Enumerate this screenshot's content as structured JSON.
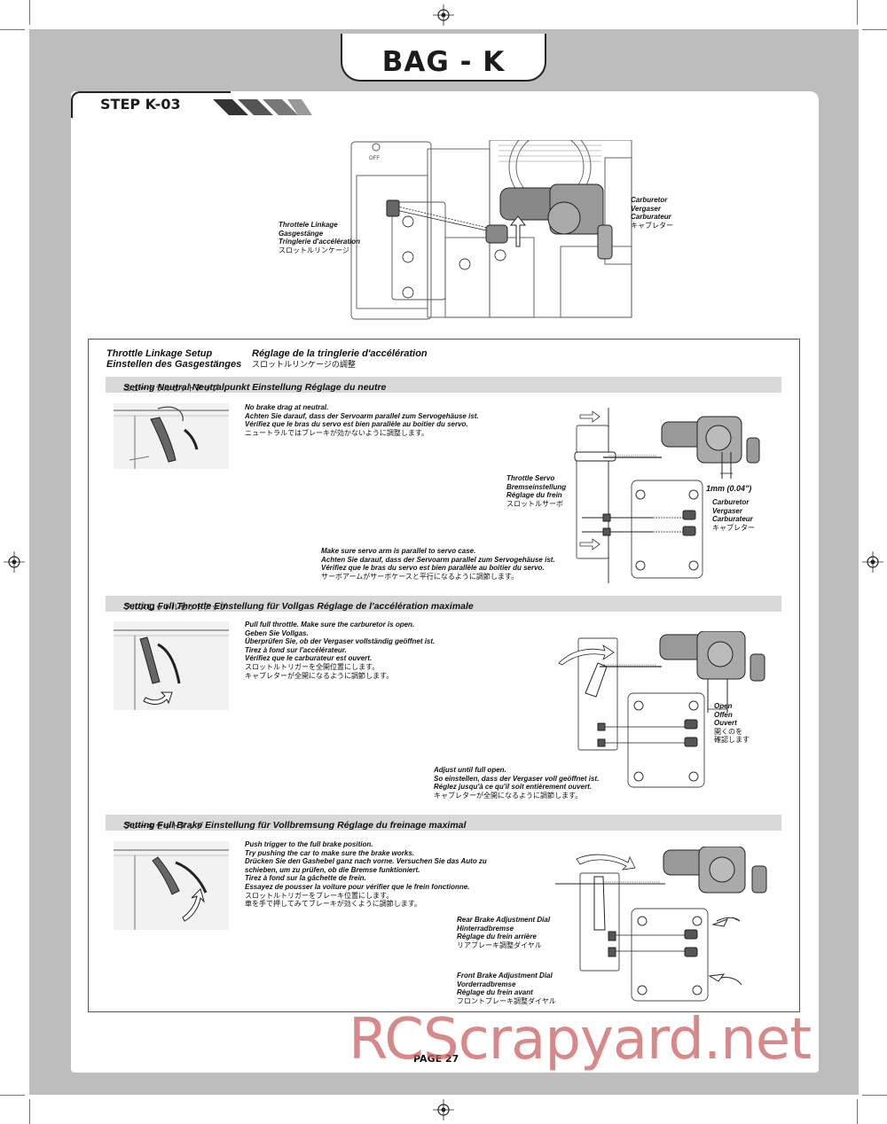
{
  "page": {
    "bag_title": "BAG - K",
    "step_title": "STEP K-03",
    "page_number": "PAGE 27",
    "watermark": "RCScrapyard.net"
  },
  "top_diagram": {
    "off_label": "OFF",
    "carburetor_label": [
      "Carburetor",
      "Vergaser",
      "Carburateur",
      "キャブレター"
    ],
    "linkage_label": [
      "Throttele Linkage",
      "Gasgestänge",
      "Tringlerie d'accélération",
      "スロットルリンケージ"
    ]
  },
  "setup_box": {
    "title_en": "Throttle Linkage Setup",
    "title_fr": "Réglage de la tringlerie d'accélération",
    "title_de": "Einstellen des Gasgestänges",
    "title_jp": "スロットルリンケージの調整"
  },
  "sections": {
    "neutral": {
      "header": "Setting Neutral   Neutralpunkt Einstellung   Réglage du neutre",
      "header_jp": "ニュートラルセットアップ",
      "notes": [
        "No brake drag at neutral.",
        "Achten Sie darauf, dass der Servoarm parallel zum Servogehäuse ist.",
        "Vérifiez que le bras du servo est bien parallèle au boitier du servo."
      ],
      "notes_jp": "ニュートラルではブレーキが効かないように調整します。",
      "servo_label": [
        "Throttle Servo",
        "Bremseinstellung",
        "Réglage du frein"
      ],
      "servo_label_jp": "スロットルサーボ",
      "gap_label": "1mm (0.04\")",
      "carb_label": [
        "Carburetor",
        "Vergaser",
        "Carburateur"
      ],
      "carb_label_jp": "キャブレター",
      "bottom_notes": [
        "Make sure servo arm is parallel to servo case.",
        "Achten Sie darauf, dass der Servoarm parallel zum Servogehäuse ist.",
        "Vérifiez que le bras du servo est bien parallèle au boitier du servo."
      ],
      "bottom_notes_jp": "サーボアームがサーボケースと平行になるように調節します。"
    },
    "full_throttle": {
      "header": "Setting Full Throttle   Einstellung für Vollgas   Réglage de l'accélération maximale",
      "header_jp": "フルスロットルセットアップ",
      "notes_a": [
        "Pull full throttle. Make sure the carburetor is open.",
        "Geben Sie Vollgas.",
        "Überprüfen Sie, ob der Vergaser vollständig geöffnet ist.",
        "Tirez à fond sur l'accélérateur.",
        "Vérifiez que le carburateur est ouvert."
      ],
      "notes_jp": [
        "スロットルトリガーを全開位置にします。",
        "キャブレターが全開になるように調節します。"
      ],
      "open_label": [
        "Open",
        "Offen",
        "Ouvert"
      ],
      "open_label_jp": [
        "開くのを",
        "確認します"
      ],
      "bottom_notes": [
        "Adjust until full open.",
        "So einstellen, dass der Vergaser voll geöffnet ist.",
        "Réglez jusqu'à ce qu'il soit entièrement ouvert."
      ],
      "bottom_notes_jp": "キャブレターが全開になるように調節します。"
    },
    "full_brake": {
      "header": "Setting Full Brake   Einstellung für Vollbremsung   Réglage du freinage maximal",
      "header_jp": "ブレーキセットアップ",
      "notes": [
        "Push trigger to the full brake position.",
        "Try pushing the car to make sure the brake works.",
        "Drücken Sie den Gashebel ganz nach vorne. Versuchen Sie das Auto zu",
        "schieben, um zu prüfen, ob die Bremse funktioniert.",
        "Tirez à fond sur la gâchette de frein.",
        "Essayez de pousser la voiture pour vérifier que le frein fonctionne."
      ],
      "notes_jp": [
        "スロットルトリガーをブレーキ位置にします。",
        "車を手で押してみてブレーキが効くように調節します。"
      ],
      "rear_dial": [
        "Rear Brake Adjustment Dial",
        "Hinterradbremse",
        "Réglage du frein arrière"
      ],
      "rear_dial_jp": "リアブレーキ調整ダイヤル",
      "front_dial": [
        "Front Brake Adjustment Dial",
        "Vorderradbremse",
        "Réglage du frein avant"
      ],
      "front_dial_jp": "フロントブレーキ調整ダイヤル"
    }
  }
}
